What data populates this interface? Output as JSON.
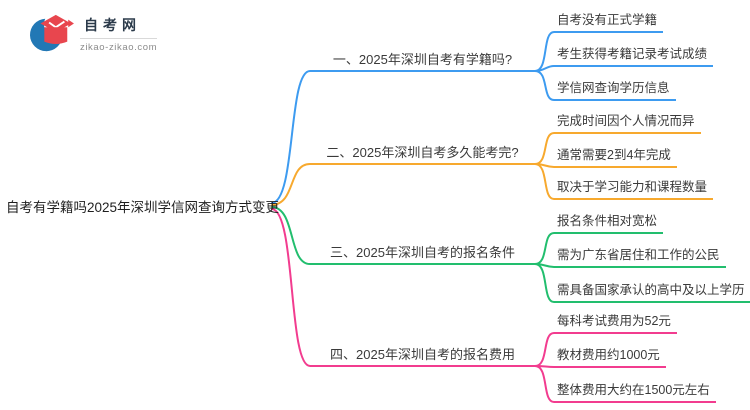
{
  "logo": {
    "title": "自考网",
    "subtitle": "zikao-zikao.com"
  },
  "colors": {
    "logo_blue": "#2278B5",
    "logo_red": "#E8464E",
    "text_dark": "#3a3a3a"
  },
  "central_topic": "自考有学籍吗2025年深圳学信网查询方式变更",
  "branches": [
    {
      "label": "一、2025年深圳自考有学籍吗?",
      "color": "#3D9BF0",
      "items": [
        "自考没有正式学籍",
        "考生获得考籍记录考试成绩",
        "学信网查询学历信息"
      ]
    },
    {
      "label": "二、2025年深圳自考多久能考完?",
      "color": "#F7A92E",
      "items": [
        "完成时间因个人情况而异",
        "通常需要2到4年完成",
        "取决于学习能力和课程数量"
      ]
    },
    {
      "label": "三、2025年深圳自考的报名条件",
      "color": "#22BE6E",
      "items": [
        "报名条件相对宽松",
        "需为广东省居住和工作的公民",
        "需具备国家承认的高中及以上学历"
      ]
    },
    {
      "label": "四、2025年深圳自考的报名费用",
      "color": "#F23C8F",
      "items": [
        "每科考试费用为52元",
        "教材费用约1000元",
        "整体费用大约在1500元左右"
      ]
    }
  ]
}
